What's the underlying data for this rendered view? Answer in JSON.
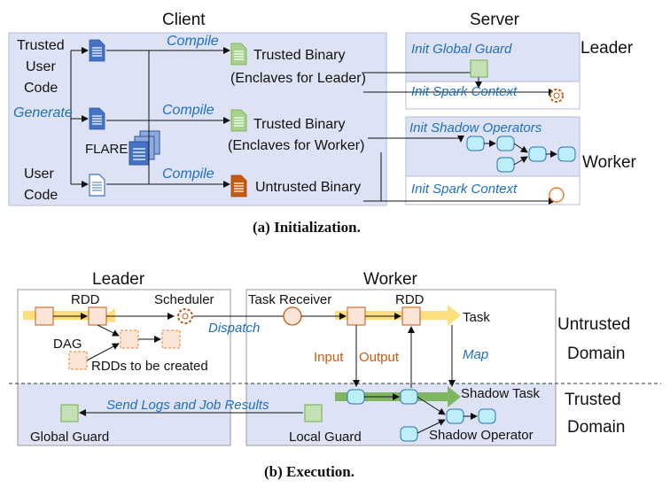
{
  "init": {
    "client_title": "Client",
    "server_title": "Server",
    "trusted_user_code": [
      "Trusted",
      "User",
      "Code"
    ],
    "generate": "Generate",
    "user_code": [
      "User",
      "Code"
    ],
    "flare": "FLARE",
    "compile1": "Compile",
    "compile2": "Compile",
    "compile3": "Compile",
    "binary1": [
      "Trusted Binary",
      "(Enclaves for Leader)"
    ],
    "binary2": [
      "Trusted Binary",
      "(Enclaves for Worker)"
    ],
    "binary3": "Untrusted Binary",
    "init_global_guard": "Init Global Guard",
    "init_spark_context_leader": "Init Spark Context",
    "init_shadow_operators": "Init Shadow Operators",
    "init_spark_context_worker": "Init Spark Context",
    "leader_label": "Leader",
    "worker_label": "Worker",
    "caption": "(a) Initialization."
  },
  "exec": {
    "leader_title": "Leader",
    "worker_title": "Worker",
    "rdd_leader": "RDD",
    "scheduler": "Scheduler",
    "dag": "DAG",
    "rdds_to_create": "RDDs to be created",
    "dispatch": "Dispatch",
    "task_receiver": "Task Receiver",
    "rdd_worker": "RDD",
    "task": "Task",
    "input": "Input",
    "output": "Output",
    "map": "Map",
    "shadow_task": "Shadow Task",
    "shadow_operator": "Shadow Operator",
    "send_logs": "Send Logs and Job Results",
    "global_guard": "Global Guard",
    "local_guard": "Local Guard",
    "untrusted_domain": [
      "Untrusted",
      "Domain"
    ],
    "trusted_domain": [
      "Trusted",
      "Domain"
    ],
    "caption": "(b) Execution."
  }
}
